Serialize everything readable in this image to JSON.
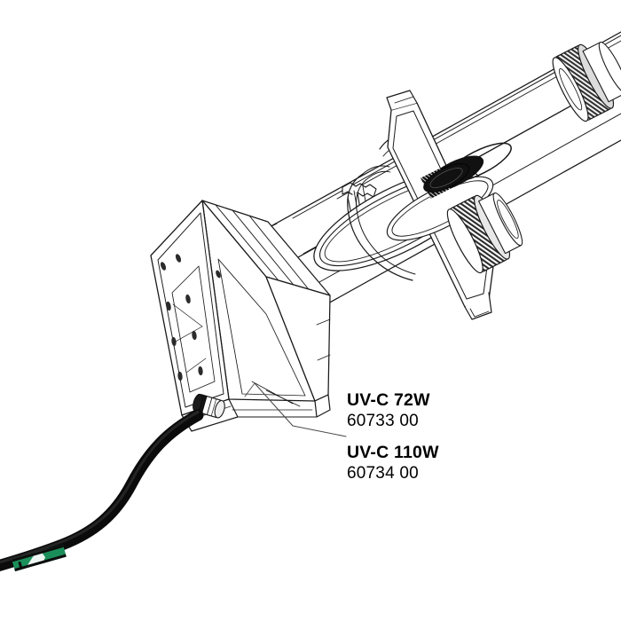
{
  "document": {
    "type": "technical-exploded-view-drawing",
    "subject": "UV-C clarifier end-cap housing with quartz tube, mounting brackets and power cable",
    "background_color": "#ffffff",
    "line_color": "#1a1a1a",
    "cable_color": "#0b0b0b",
    "accent_color": "#1b8f5a"
  },
  "labels": [
    {
      "name": "UV-C 72W",
      "number": "60733 00"
    },
    {
      "name": "UV-C 110W",
      "number": "60734 00"
    }
  ],
  "parts": {
    "end_cap_housing": "end-cap-housing",
    "mounting_flange": "mounting-flange",
    "quartz_tube": "quartz-tube",
    "bracket_plate_front": "bracket-plate-front",
    "bracket_plate_rear": "bracket-plate-rear",
    "knurled_nut_middle": "knurled-nut-middle",
    "knurled_nut_top": "knurled-nut-top",
    "coil_spring": "coil-spring",
    "o_ring": "o-ring",
    "cable_gland": "cable-gland",
    "power_cable": "power-cable",
    "cable_tag": "cable-tag"
  },
  "leader_line": {
    "from": "end-cap-housing",
    "to": "UV-C 110W"
  }
}
